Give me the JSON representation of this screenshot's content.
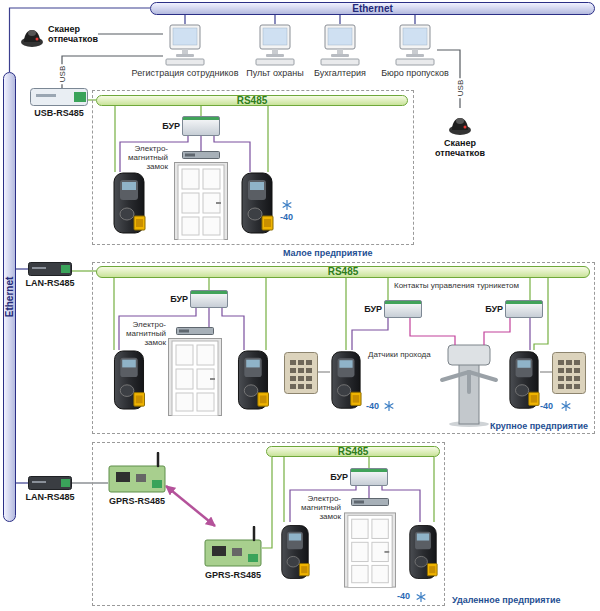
{
  "diagram": {
    "nodes": [
      {
        "text": [
          "Ethernet"
        ]
      },
      {
        "text": [
          "Ethernet"
        ]
      },
      {
        "text": [
          "Регистрация сотрудников"
        ]
      },
      {
        "text": [
          "Пульт охраны"
        ]
      },
      {
        "text": [
          "Бухгалтерия"
        ]
      },
      {
        "text": [
          "Бюро пропусков"
        ]
      },
      {
        "text": [
          "Сканер отпечатков"
        ]
      },
      {
        "text": [
          "Сканер отпечатков"
        ]
      },
      {
        "text": [
          "USB-RS485"
        ]
      },
      {
        "text": [
          "Малое предприятие"
        ]
      },
      {
        "text": [
          "RS485"
        ],
        "in": 9
      },
      {
        "text": [
          "БУР"
        ],
        "in": 9
      },
      {
        "text": [
          "LAN-RS485"
        ]
      },
      {
        "text": [
          "Крупное предприятие"
        ]
      },
      {
        "text": [
          "RS485"
        ],
        "in": 13
      },
      {
        "text": [
          "БУР"
        ],
        "in": 13
      },
      {
        "text": [
          "БУР"
        ],
        "in": 13
      },
      {
        "text": [
          "БУР"
        ],
        "in": 13
      },
      {
        "text": [
          "LAN-RS485"
        ]
      },
      {
        "text": [
          "Удаленное предприятие"
        ]
      },
      {
        "text": [
          "GPRS-RS485"
        ],
        "in": 19
      },
      {
        "text": [
          "GPRS-RS485"
        ],
        "in": 19
      },
      {
        "text": [
          "RS485"
        ],
        "in": 19
      },
      {
        "text": [
          "БУР"
        ],
        "in": 19
      }
    ],
    "edges": [
      {
        "from": 1,
        "to": 0,
        "arrow": "none"
      },
      {
        "from": 2,
        "to": 0,
        "arrow": "none"
      },
      {
        "from": 3,
        "to": 0,
        "arrow": "none"
      },
      {
        "from": 4,
        "to": 0,
        "arrow": "none"
      },
      {
        "from": 5,
        "to": 0,
        "arrow": "none"
      },
      {
        "from": 6,
        "to": 2,
        "arrow": "none"
      },
      {
        "from": 2,
        "to": 8,
        "label": "USB",
        "arrow": "none"
      },
      {
        "from": 5,
        "to": 7,
        "label": "USB",
        "arrow": "none"
      },
      {
        "from": 8,
        "to": 10,
        "arrow": "none"
      },
      {
        "from": 10,
        "to": 11,
        "arrow": "none"
      },
      {
        "from": 12,
        "to": 1,
        "arrow": "none"
      },
      {
        "from": 12,
        "to": 14,
        "arrow": "none"
      },
      {
        "from": 14,
        "to": 15,
        "arrow": "none"
      },
      {
        "from": 14,
        "to": 16,
        "arrow": "none"
      },
      {
        "from": 14,
        "to": 17,
        "arrow": "none"
      },
      {
        "from": 18,
        "to": 1,
        "arrow": "none"
      },
      {
        "from": 18,
        "to": 20,
        "arrow": "none"
      },
      {
        "from": 20,
        "to": 21,
        "arrow": "both"
      },
      {
        "from": 21,
        "to": 22,
        "arrow": "none"
      },
      {
        "from": 22,
        "to": 23,
        "arrow": "none"
      }
    ],
    "labels": [
      "Электро- магнитный замок",
      "-40",
      "Электро- магнитный замок",
      "Контакты управления турникетом",
      "Датчики прохода",
      "-40",
      "-40",
      "Электро- магнитный замок",
      "-40"
    ]
  }
}
